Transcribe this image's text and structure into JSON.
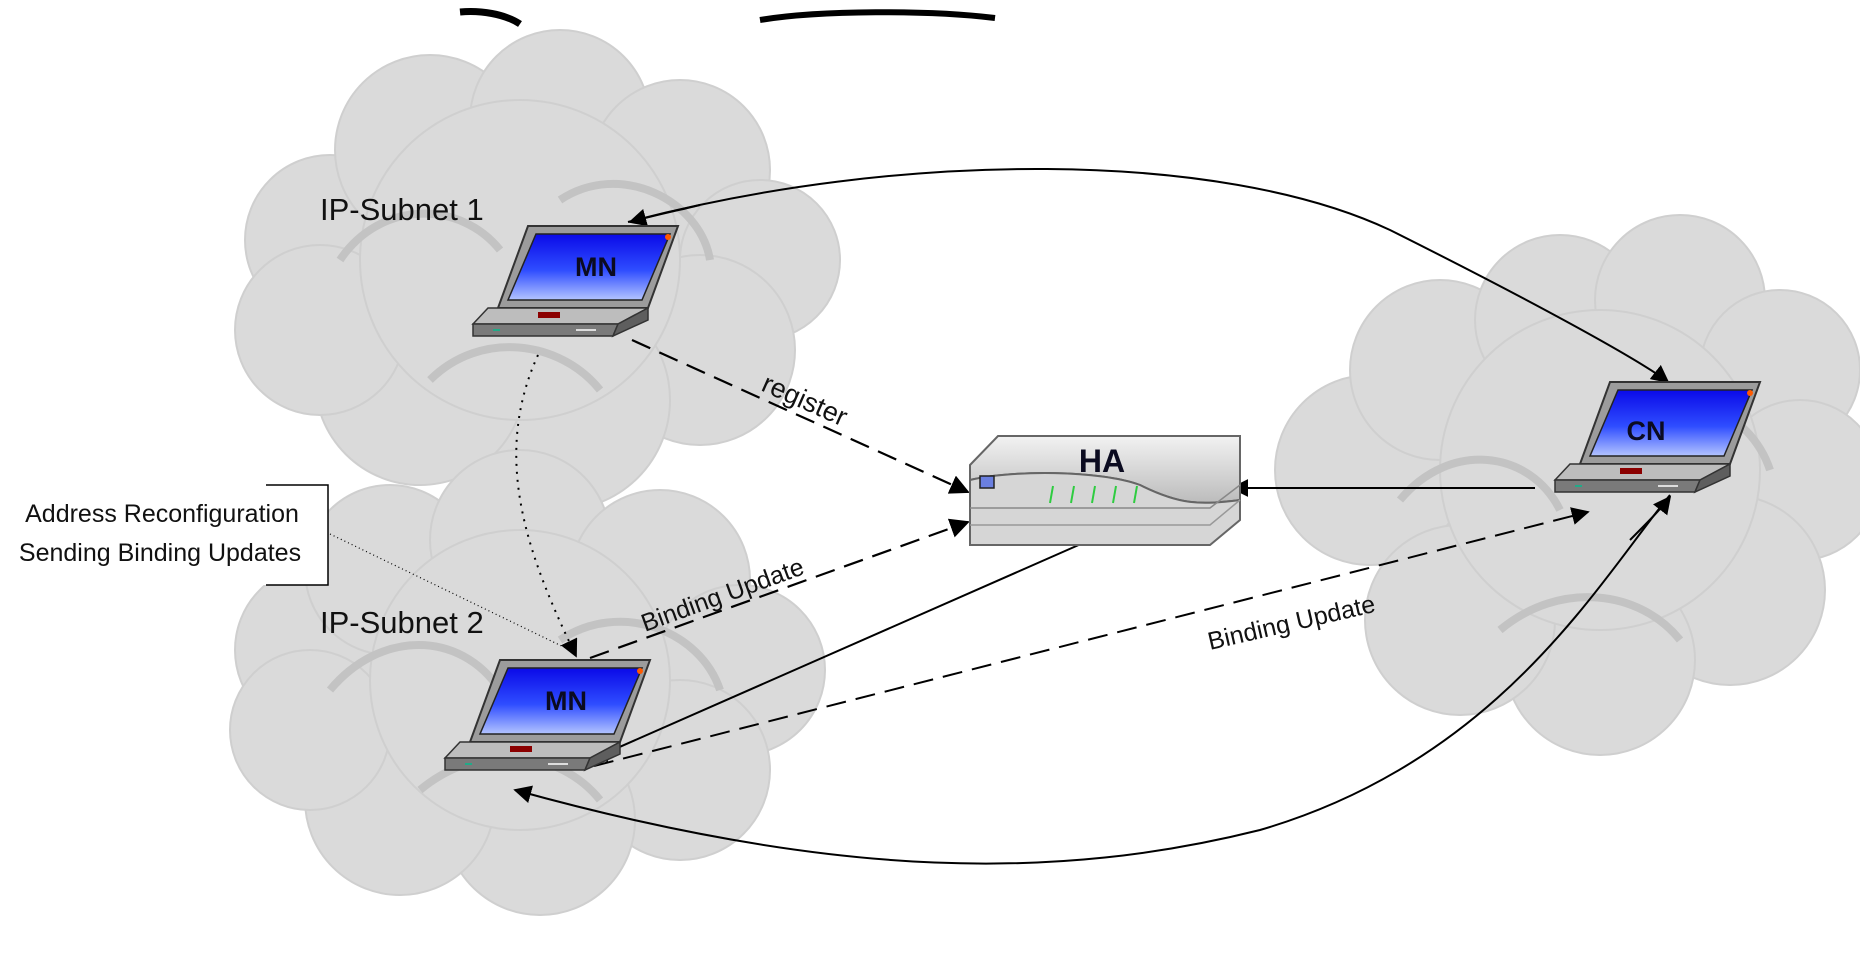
{
  "diagram": {
    "subnets": [
      {
        "label": "IP-Subnet 1"
      },
      {
        "label": "IP-Subnet 2"
      }
    ],
    "nodes": {
      "mn_top": {
        "label": "MN"
      },
      "mn_bottom": {
        "label": "MN"
      },
      "ha": {
        "label": "HA"
      },
      "cn": {
        "label": "CN"
      }
    },
    "edges": {
      "register": {
        "label": "register"
      },
      "binding_update_ha": {
        "label": "Binding Update"
      },
      "binding_update_cn": {
        "label": "Binding Update"
      }
    },
    "callout": {
      "line1": "Address Reconfiguration",
      "line2": "Sending Binding Updates"
    },
    "colors": {
      "cloud": "#d9d9d9",
      "cloud_shade": "#c4c4c4",
      "screen_top": "#1a1aff",
      "screen_bottom": "#8fa8ff",
      "device_body": "#9a9a9a",
      "line": "#000000"
    }
  }
}
